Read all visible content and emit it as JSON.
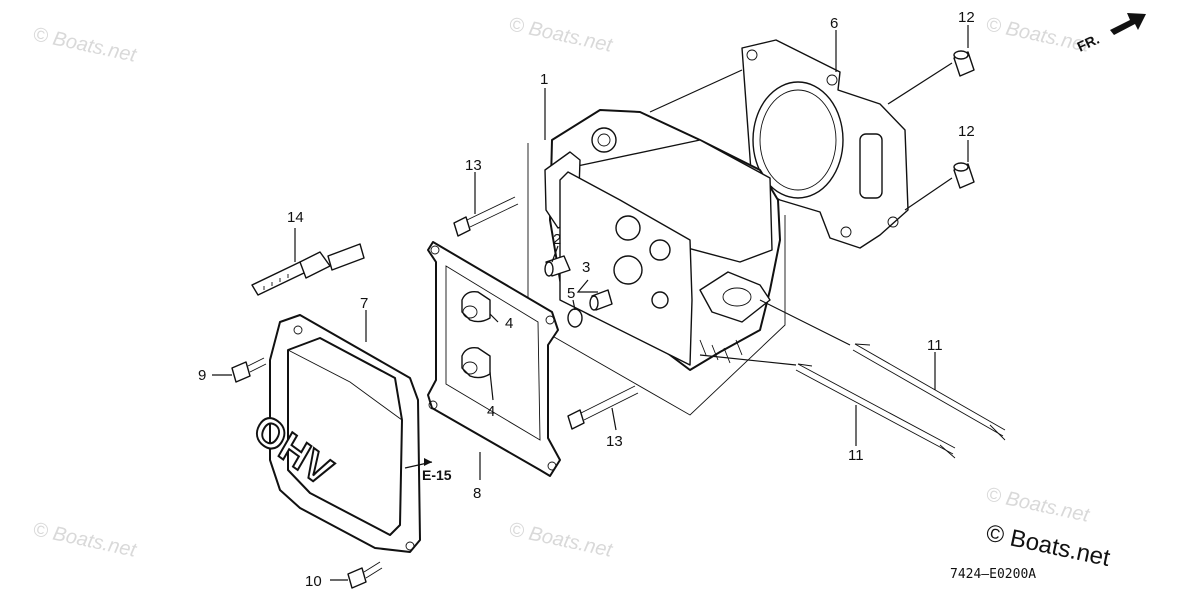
{
  "watermarks": [
    "© Boats.net",
    "© Boats.net",
    "© Boats.net",
    "© Boats.net",
    "© Boats.net",
    "© Boats.net"
  ],
  "direction_indicator": "FR.",
  "callouts": {
    "c1": "1",
    "c2": "2",
    "c3": "3",
    "c4a": "4",
    "c4b": "4",
    "c5": "5",
    "c6": "6",
    "c7": "7",
    "c8": "8",
    "c9": "9",
    "c10": "10",
    "c11a": "11",
    "c11b": "11",
    "c12a": "12",
    "c12b": "12",
    "c13a": "13",
    "c13b": "13",
    "c14": "14"
  },
  "cover_lettering": "OHV",
  "reference": "E-15",
  "logo": "© Boats.net",
  "diagram_code": "7424—E0200A",
  "colors": {
    "line": "#111111",
    "watermark": "#d9d9d9",
    "background": "#ffffff"
  },
  "icons": [
    "direction-arrow-icon"
  ]
}
